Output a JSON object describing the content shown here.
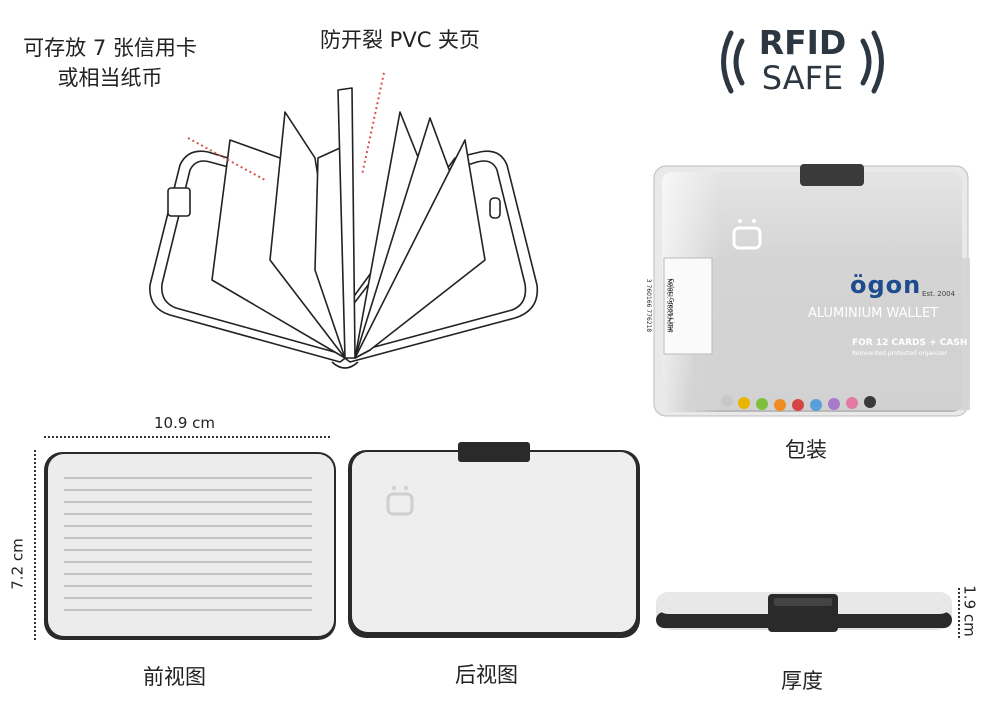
{
  "annotations": {
    "card_capacity_line1": "可存放 7 张信用卡",
    "card_capacity_line2": "或相当纸币",
    "pvc_pages": "防开裂 PVC 夹页"
  },
  "badge": {
    "line1": "RFID",
    "line2": "SAFE"
  },
  "package": {
    "brand": "ögon",
    "est": "Est. 2004",
    "product": "ALUMINIUM WALLET",
    "capacity": "FOR 12 CARDS + CASH",
    "tagline": "Reinvented protected organizer",
    "sticker_line1": "Model: Stockholm",
    "sticker_line2": "Color: Green Lime",
    "barcode": "3 760166 776218",
    "caption": "包装"
  },
  "views": {
    "front_caption": "前视图",
    "back_caption": "后视图",
    "thickness_caption": "厚度",
    "width": "10.9 cm",
    "height": "7.2 cm",
    "thickness": "1.9 cm"
  },
  "colors": {
    "silver": "#e6e6e6",
    "dark_edge": "#2a2a2a",
    "rfid": "#2c3742",
    "brand_blue": "#1f4b8f",
    "dotted_red": "#d9534f"
  }
}
